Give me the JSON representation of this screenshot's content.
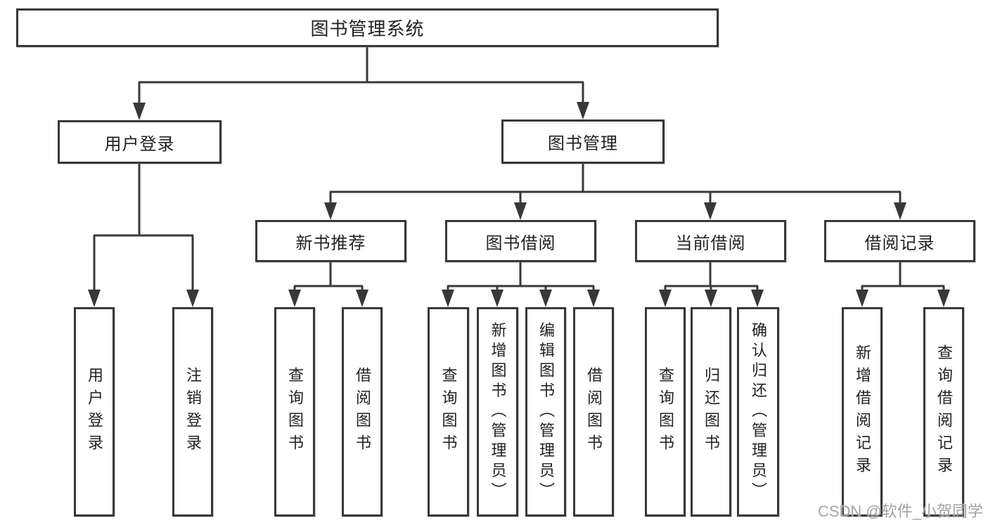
{
  "diagram": {
    "root": {
      "label": "图书管理系统"
    },
    "branches": [
      {
        "label": "用户登录",
        "children": [
          {
            "label": "用户登录"
          },
          {
            "label": "注销登录"
          }
        ]
      },
      {
        "label": "图书管理",
        "children": [
          {
            "label": "新书推荐",
            "children": [
              {
                "label": "查询图书"
              },
              {
                "label": "借阅图书"
              }
            ]
          },
          {
            "label": "图书借阅",
            "children": [
              {
                "label": "查询图书"
              },
              {
                "label": "新增图书（管理员）"
              },
              {
                "label": "编辑图书（管理员）"
              },
              {
                "label": "借阅图书"
              }
            ]
          },
          {
            "label": "当前借阅",
            "children": [
              {
                "label": "查询图书"
              },
              {
                "label": "归还图书"
              },
              {
                "label": "确认归还（管理员）"
              }
            ]
          },
          {
            "label": "借阅记录",
            "children": [
              {
                "label": "新增借阅记录"
              },
              {
                "label": "查询借阅记录"
              }
            ]
          }
        ]
      }
    ],
    "watermark": "CSDN @软件_小贺同学"
  },
  "colors": {
    "line": "#383838",
    "text": "#222222",
    "background": "#ffffff",
    "watermark": "#a3a3a3"
  }
}
